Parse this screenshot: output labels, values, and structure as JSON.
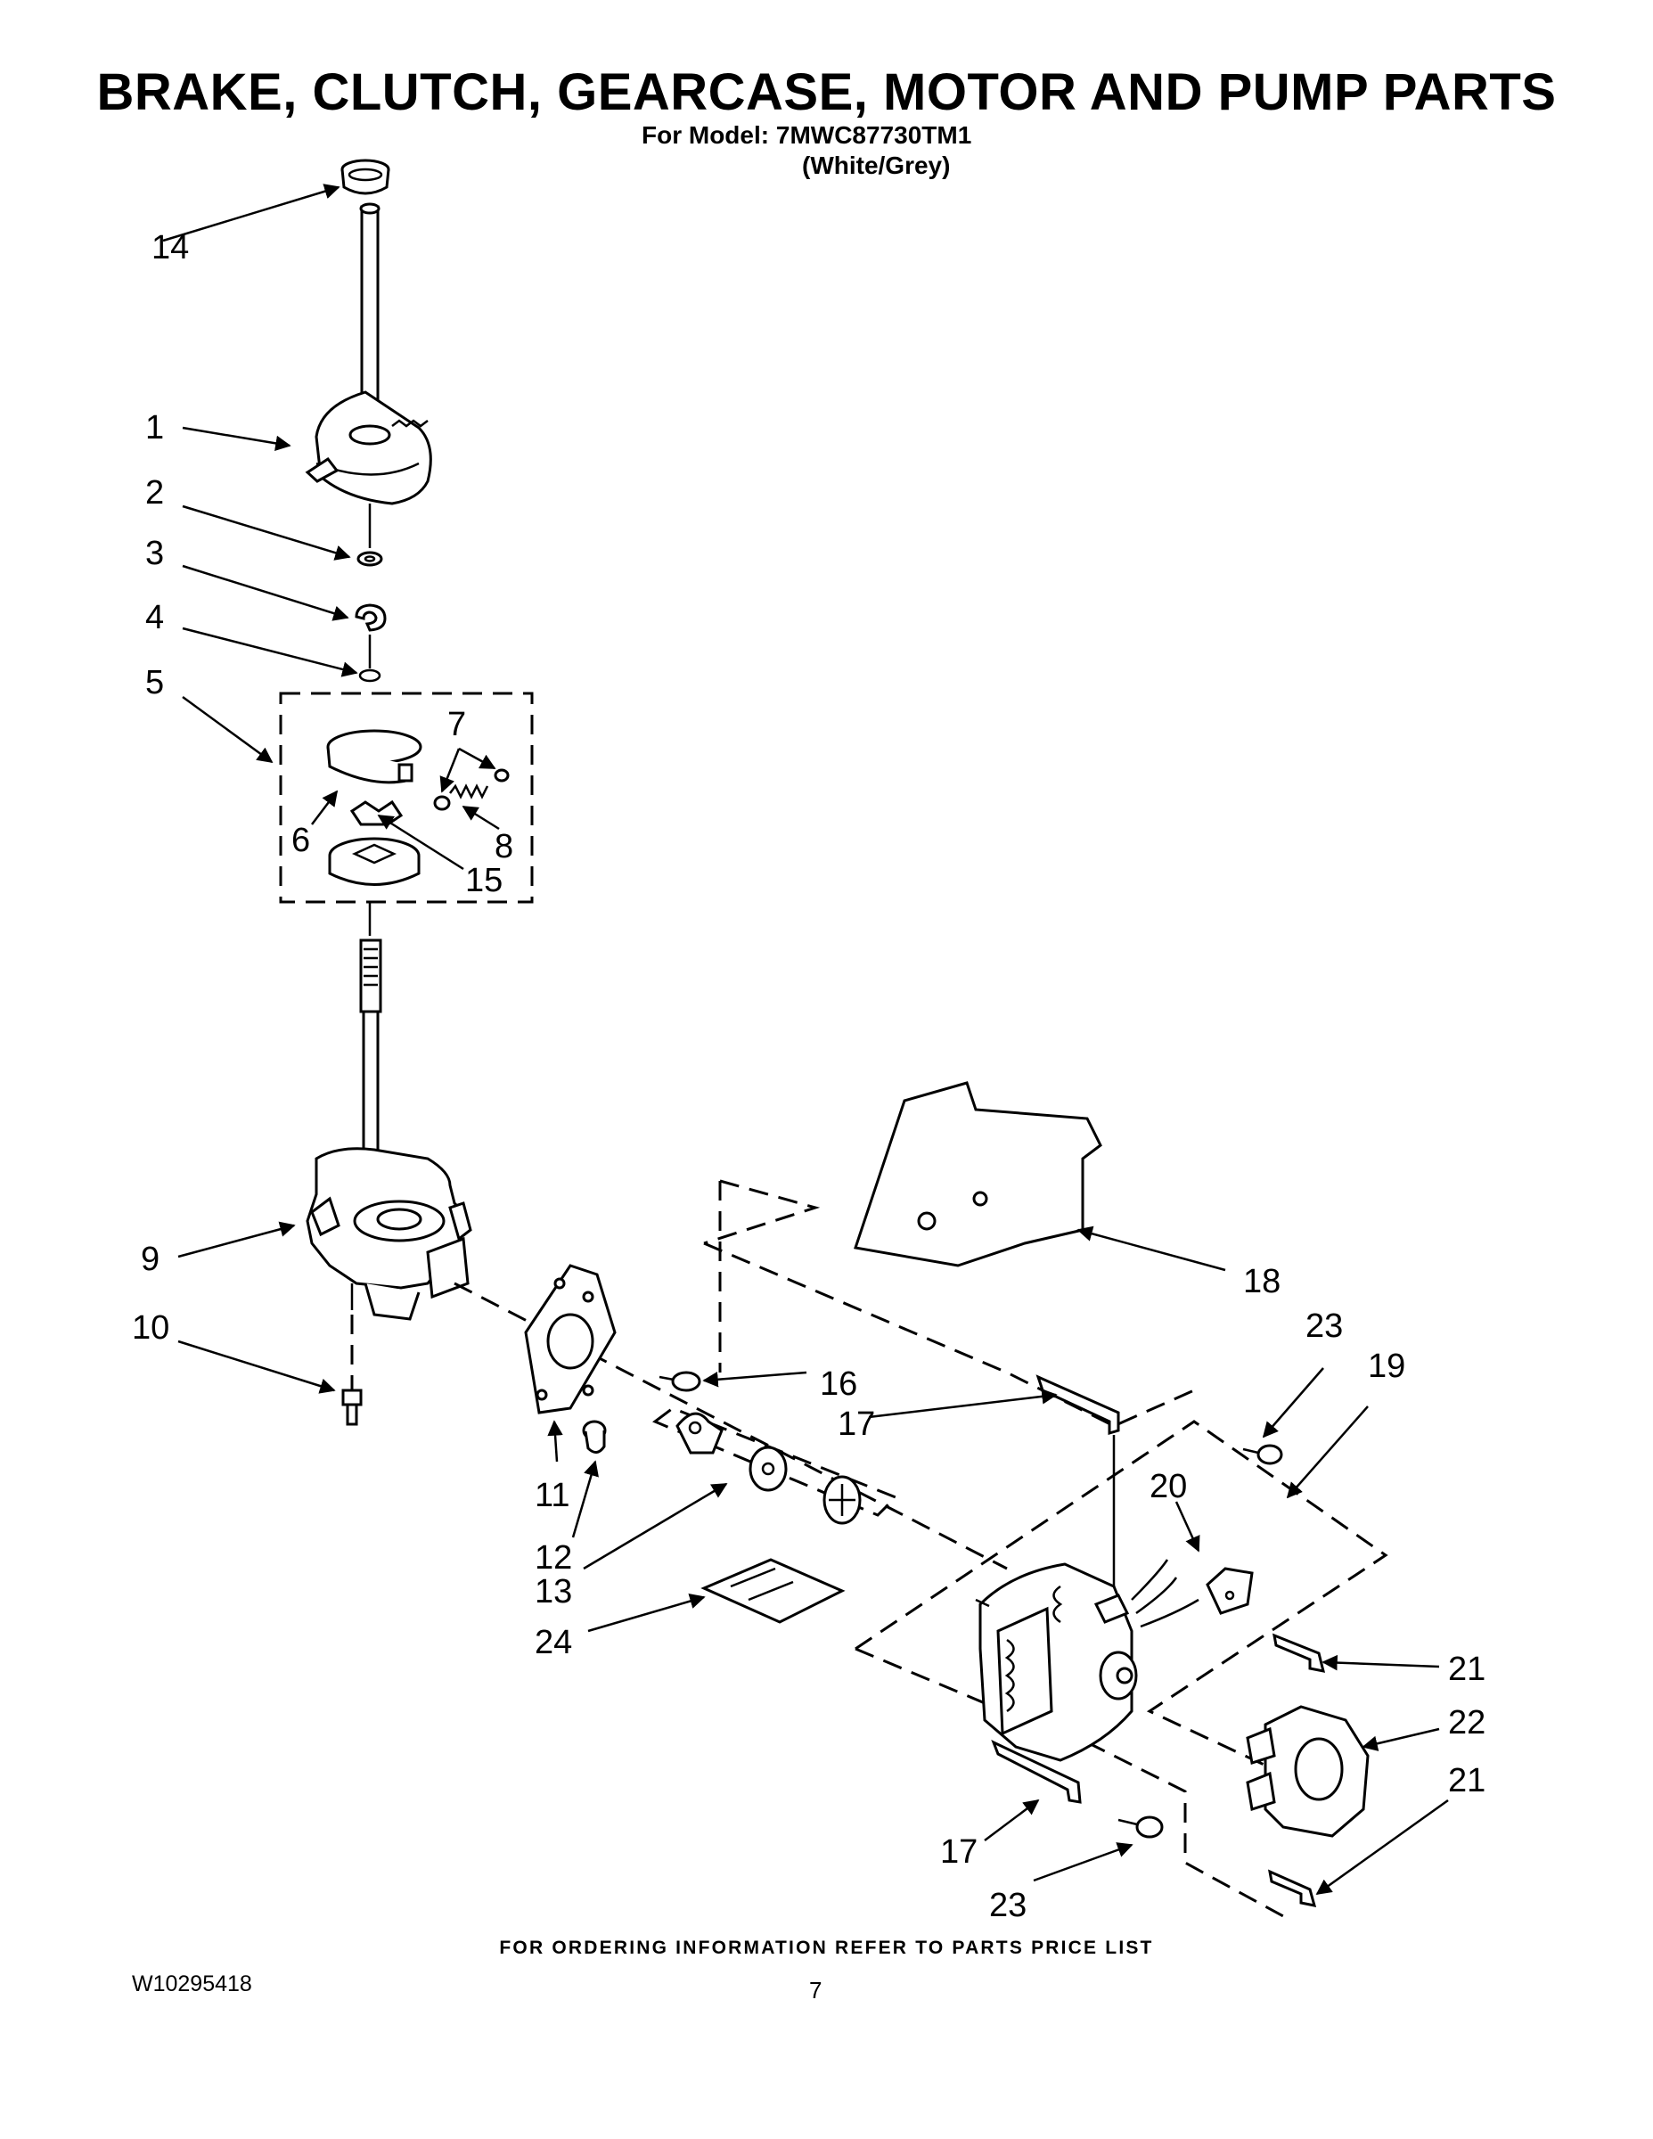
{
  "header": {
    "title": "BRAKE, CLUTCH, GEARCASE, MOTOR AND PUMP PARTS",
    "model_line": "For Model: 7MWC87730TM1",
    "color_line": "(White/Grey)"
  },
  "footer": {
    "ordering_note": "FOR ORDERING INFORMATION REFER TO PARTS PRICE LIST",
    "doc_number": "W10295418",
    "page_number": "7"
  },
  "callouts": {
    "c1": "1",
    "c2": "2",
    "c3": "3",
    "c4": "4",
    "c5": "5",
    "c6": "6",
    "c7": "7",
    "c8": "8",
    "c9": "9",
    "c10": "10",
    "c11": "11",
    "c12": "12",
    "c13": "13",
    "c14": "14",
    "c15": "15",
    "c16": "16",
    "c17a": "17",
    "c17b": "17",
    "c18": "18",
    "c19": "19",
    "c20": "20",
    "c21a": "21",
    "c21b": "21",
    "c22": "22",
    "c23a": "23",
    "c23b": "23",
    "c24": "24"
  }
}
